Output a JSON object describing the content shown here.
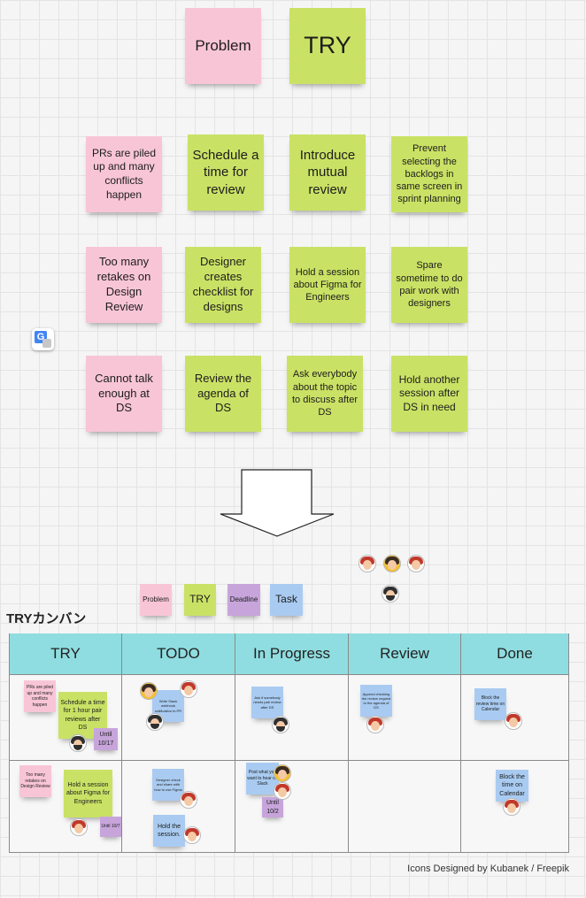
{
  "top": {
    "problem": "Problem",
    "try": "TRY"
  },
  "problems": [
    "PRs are piled up and many conflicts happen",
    "Too many retakes on Design Review",
    "Cannot talk enough at DS"
  ],
  "tries": {
    "row1": [
      "Schedule a time for review",
      "Introduce mutual review",
      "Prevent selecting the backlogs in same screen in sprint planning"
    ],
    "row2": [
      "Designer creates checklist for designs",
      "Hold a session about Figma for Engineers",
      "Spare sometime to do pair work with designers"
    ],
    "row3": [
      "Review the agenda of DS",
      "Ask everybody about the topic to discuss after DS",
      "Hold another session after DS in need"
    ]
  },
  "legend": {
    "problem": "Problem",
    "try": "TRY",
    "deadline": "Deadline",
    "task": "Task"
  },
  "kanban": {
    "title": "TRYカンバン",
    "columns": [
      "TRY",
      "TODO",
      "In Progress",
      "Review",
      "Done"
    ],
    "row1": {
      "problem": "PRs are piled up and many conflicts happen",
      "try": "Schedule a time for 1 hour pair reviews after DS",
      "deadline": "Until 10/17",
      "todo": "Write Slack webhook notification to PR",
      "progress": "Ask if somebody needs pair review after DS",
      "review": "Append checking the review request to the agenda of DS",
      "done": "Block the review time on Calendar"
    },
    "row2": {
      "problem": "Too many retakes on Design Review",
      "try": "Hold a session about Figma for Engineers",
      "deadline": "Until 10/7",
      "todo1": "Designer check and share with how to use Figma",
      "todo2": "Hold the session.",
      "progress": "Post what you want to hear on Slack",
      "progress_deadline": "Until 10/2",
      "done": "Block the time on Calendar"
    }
  },
  "credit": "Icons Designed by Kubanek / Freepik",
  "icons": [
    "translate-icon",
    "arrow-down-icon",
    "avatar-icon"
  ],
  "colors": {
    "pink": "#f8c5d7",
    "green": "#c9e265",
    "purple": "#c7a5db",
    "blue": "#a9cbf1",
    "header": "#8fdde0"
  }
}
